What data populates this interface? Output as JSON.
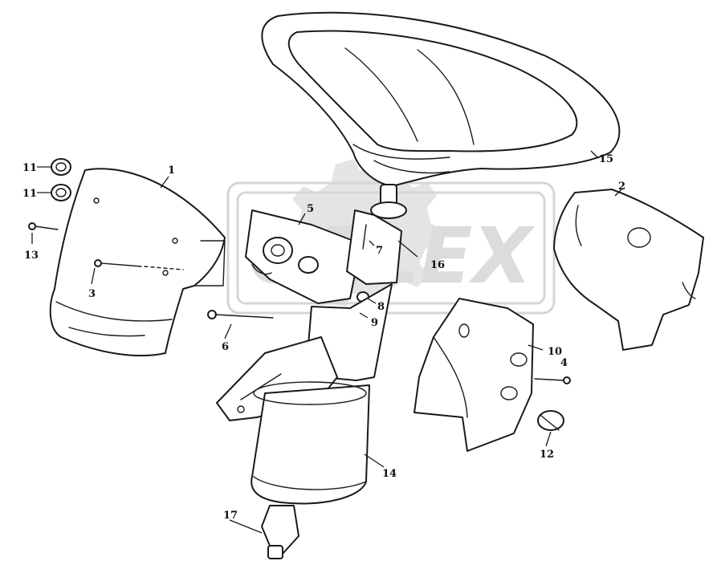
{
  "watermark": {
    "text": "OPLEX"
  },
  "callouts": [
    {
      "id": "c15",
      "label": "15"
    },
    {
      "id": "c1",
      "label": "1"
    },
    {
      "id": "c11a",
      "label": "11"
    },
    {
      "id": "c11b",
      "label": "11"
    },
    {
      "id": "c13",
      "label": "13"
    },
    {
      "id": "c3",
      "label": "3"
    },
    {
      "id": "c5",
      "label": "5"
    },
    {
      "id": "c7",
      "label": "7"
    },
    {
      "id": "c16",
      "label": "16"
    },
    {
      "id": "c8",
      "label": "8"
    },
    {
      "id": "c9",
      "label": "9"
    },
    {
      "id": "c6",
      "label": "6"
    },
    {
      "id": "c2",
      "label": "2"
    },
    {
      "id": "c10",
      "label": "10"
    },
    {
      "id": "c4",
      "label": "4"
    },
    {
      "id": "c12",
      "label": "12"
    },
    {
      "id": "c14",
      "label": "14"
    },
    {
      "id": "c17",
      "label": "17"
    }
  ]
}
